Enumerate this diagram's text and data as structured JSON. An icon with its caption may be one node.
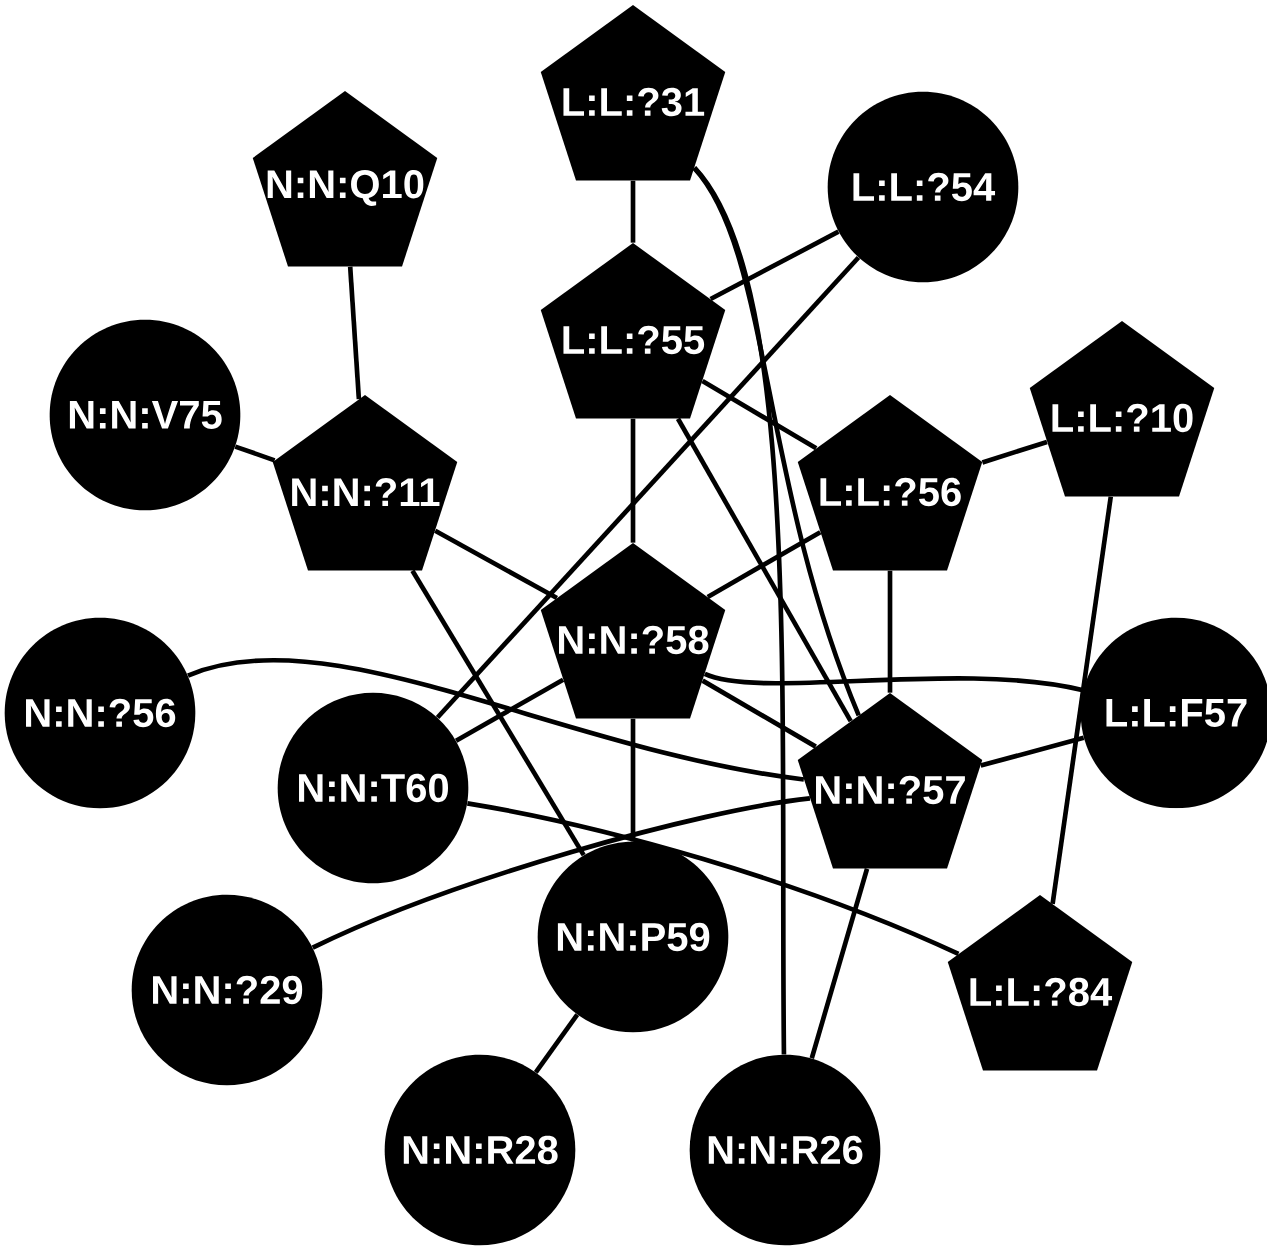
{
  "diagram": {
    "nodes": [
      {
        "text": [
          "L:L:?31"
        ]
      },
      {
        "text": [
          "L:L:?54"
        ]
      },
      {
        "text": [
          "N:N:Q10"
        ]
      },
      {
        "text": [
          "L:L:?55"
        ]
      },
      {
        "text": [
          "N:N:V75"
        ]
      },
      {
        "text": [
          "L:L:?10"
        ]
      },
      {
        "text": [
          "N:N:?11"
        ]
      },
      {
        "text": [
          "L:L:?56"
        ]
      },
      {
        "text": [
          "N:N:?58"
        ]
      },
      {
        "text": [
          "N:N:?56"
        ]
      },
      {
        "text": [
          "L:L:F57"
        ]
      },
      {
        "text": [
          "N:N:T60"
        ]
      },
      {
        "text": [
          "N:N:?57"
        ]
      },
      {
        "text": [
          "N:N:?29"
        ]
      },
      {
        "text": [
          "N:N:P59"
        ]
      },
      {
        "text": [
          "L:L:?84"
        ]
      },
      {
        "text": [
          "N:N:R28"
        ]
      },
      {
        "text": [
          "N:N:R26"
        ]
      }
    ],
    "edges": [
      {
        "from": 0,
        "to": 3,
        "arrow": "none"
      },
      {
        "from": 0,
        "to": 12,
        "arrow": "none"
      },
      {
        "from": 0,
        "to": 17,
        "arrow": "none"
      },
      {
        "from": 2,
        "to": 6,
        "arrow": "none"
      },
      {
        "from": 4,
        "to": 6,
        "arrow": "none"
      },
      {
        "from": 6,
        "to": 8,
        "arrow": "none"
      },
      {
        "from": 6,
        "to": 14,
        "arrow": "none"
      },
      {
        "from": 1,
        "to": 3,
        "arrow": "none"
      },
      {
        "from": 1,
        "to": 11,
        "arrow": "none"
      },
      {
        "from": 3,
        "to": 8,
        "arrow": "none"
      },
      {
        "from": 3,
        "to": 7,
        "arrow": "none"
      },
      {
        "from": 3,
        "to": 12,
        "arrow": "none"
      },
      {
        "from": 5,
        "to": 7,
        "arrow": "none"
      },
      {
        "from": 5,
        "to": 15,
        "arrow": "none"
      },
      {
        "from": 7,
        "to": 12,
        "arrow": "none"
      },
      {
        "from": 7,
        "to": 8,
        "arrow": "none"
      },
      {
        "from": 8,
        "to": 12,
        "arrow": "none"
      },
      {
        "from": 8,
        "to": 14,
        "arrow": "none"
      },
      {
        "from": 8,
        "to": 11,
        "arrow": "none"
      },
      {
        "from": 9,
        "to": 12,
        "arrow": "none"
      },
      {
        "from": 10,
        "to": 8,
        "arrow": "none"
      },
      {
        "from": 11,
        "to": 15,
        "arrow": "none"
      },
      {
        "from": 13,
        "to": 12,
        "arrow": "none"
      },
      {
        "from": 12,
        "to": 17,
        "arrow": "none"
      },
      {
        "from": 14,
        "to": 16,
        "arrow": "none"
      },
      {
        "from": 12,
        "to": 10,
        "arrow": "none"
      }
    ]
  }
}
